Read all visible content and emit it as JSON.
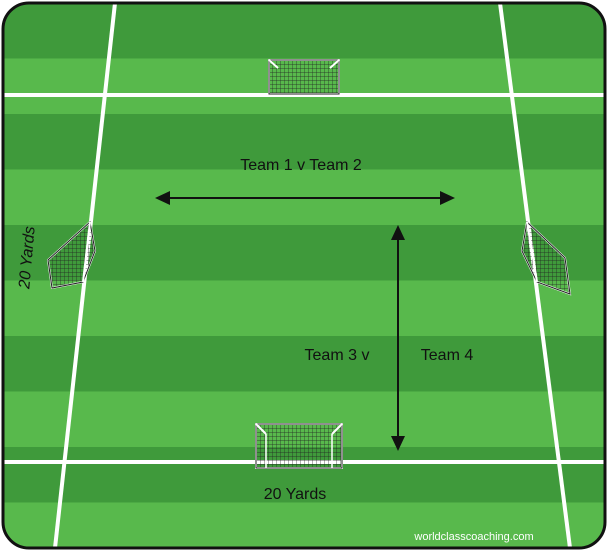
{
  "diagram": {
    "label_top_match": "Team 1 v Team 2",
    "label_team3": "Team 3 v",
    "label_team4": "Team 4",
    "label_bottom_width": "20 Yards",
    "label_left_width": "20 Yards",
    "watermark": "worldclasscoaching.com"
  },
  "colors": {
    "border": "#111111",
    "stripe_dark": "#3f9a3b",
    "stripe_light": "#58b94c",
    "line": "#ffffff",
    "arrow": "#111111"
  },
  "icons": {
    "goal": "goal-net-icon"
  }
}
